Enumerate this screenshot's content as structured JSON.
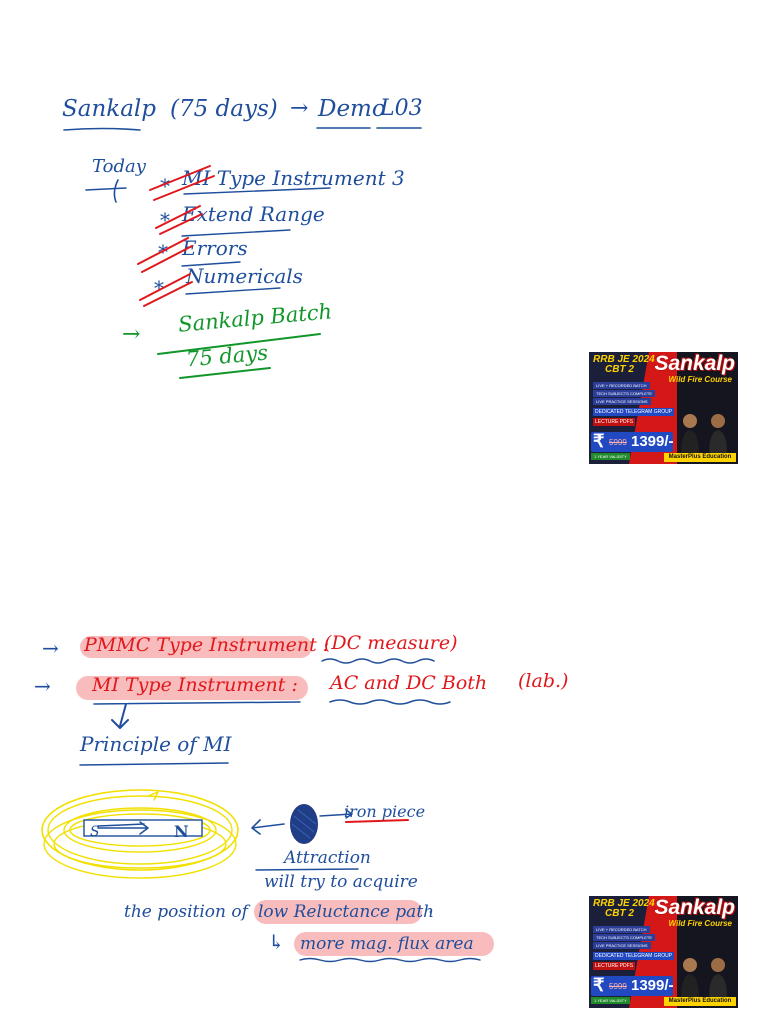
{
  "page1": {
    "heading": {
      "title": "Sankalp",
      "duration": "(75 days)",
      "arrow": "→",
      "demo_label": "Demo",
      "demo_number": "L03"
    },
    "today_label": "Today",
    "agenda": [
      {
        "bullet": "*",
        "text": "MI Type Instrument 3"
      },
      {
        "bullet": "*",
        "text": "Extend Range"
      },
      {
        "bullet": "*",
        "text": "Errors"
      },
      {
        "bullet": "*",
        "text": "Numericals"
      }
    ],
    "batch_arrow": "→",
    "batch_line1": "Sankalp Batch",
    "batch_line2": "75 days"
  },
  "page2": {
    "pmmc": {
      "arrow": "→",
      "title": "PMMC Type Instrument :",
      "note": "(DC measure)"
    },
    "mi": {
      "arrow": "→",
      "title": "MI Type Instrument :",
      "note": "AC and DC Both",
      "tag": "(lab.)"
    },
    "principle": "Principle of MI",
    "magnet": {
      "s": "S",
      "n": "N"
    },
    "iron_piece_label": "iron piece",
    "attraction_label": "Attraction",
    "line1": "will try to acquire",
    "line2_prefix": "the position of",
    "line2_highlight": "low Reluctance path",
    "line2_suffix": ".",
    "line3_arrow": "↳",
    "line3": "more mag. flux area"
  },
  "promo": {
    "exam_line1": "RRB JE 2024",
    "exam_line2": "CBT 2",
    "brand": "Sankalp",
    "subtitle": "Wild Fire Course",
    "features": [
      "LIVE + RECORDED BATCH",
      "TECH SUBJECTS COMPLETE",
      "LIVE PRACTICE SESSIONS"
    ],
    "telegram": "DEDICATED TELEGRAM GROUP",
    "pdfs": "LECTURE PDFS",
    "currency": "₹",
    "old_price": "5999",
    "new_price": "1399/-",
    "validity": "1 YEAR VALIDITY",
    "footer": "MasterPlus Education",
    "accent_yellow": "#ffd300",
    "accent_red": "#c01010",
    "accent_blue": "#2149c2"
  },
  "colors": {
    "ink_blue": "#1f4e9c",
    "ink_red": "#e0181c",
    "ink_green": "#11962a",
    "highlight_pink": "#f7b5b6",
    "field_yellow": "#f2e000"
  }
}
